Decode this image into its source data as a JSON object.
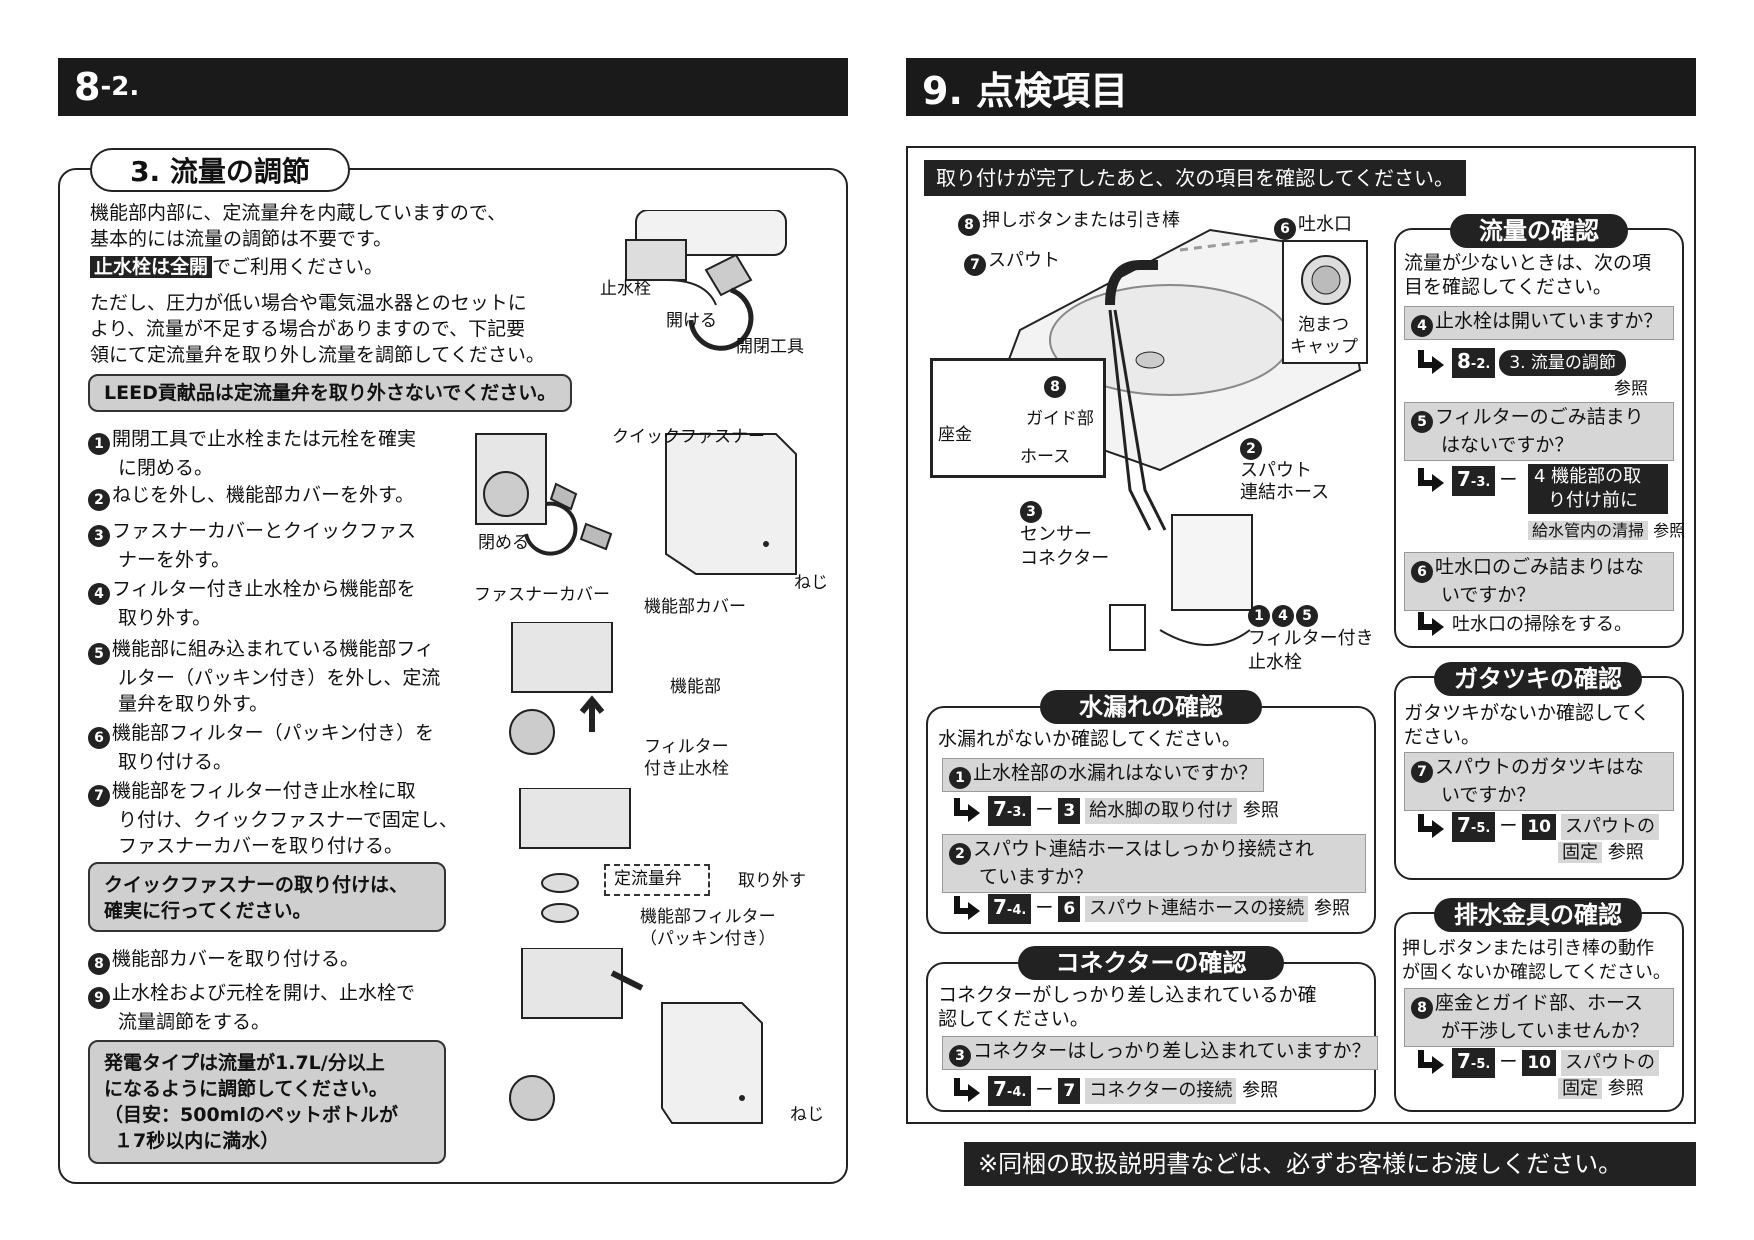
{
  "left": {
    "header_num": "8",
    "header_sub": "-2.",
    "panel_title": "3. 流量の調節",
    "intro": [
      "機能部内部に、定流量弁を内蔵していますので、",
      "基本的には流量の調節は不要です。"
    ],
    "intro_highlight": "止水栓は全開",
    "intro_rest": "でご利用ください。",
    "note": [
      "ただし、圧力が低い場合や電気温水器とのセットに",
      "より、流量が不足する場合がありますので、下記要",
      "領にて定流量弁を取り外し流量を調節してください。"
    ],
    "leed": "LEED貢献品は定流量弁を取り外さないでください。",
    "steps": [
      {
        "n": "1",
        "lines": [
          "開閉工具で止水栓または元栓を確実",
          "に閉める。"
        ]
      },
      {
        "n": "2",
        "lines": [
          "ねじを外し、機能部カバーを外す。"
        ]
      },
      {
        "n": "3",
        "lines": [
          "ファスナーカバーとクイックファス",
          "ナーを外す。"
        ]
      },
      {
        "n": "4",
        "lines": [
          "フィルター付き止水栓から機能部を",
          "取り外す。"
        ]
      },
      {
        "n": "5",
        "lines": [
          "機能部に組み込まれている機能部フィ",
          "ルター（パッキン付き）を外し、定流",
          "量弁を取り外す。"
        ]
      },
      {
        "n": "6",
        "lines": [
          "機能部フィルター（パッキン付き）を",
          "取り付ける。"
        ]
      },
      {
        "n": "7",
        "lines": [
          "機能部をフィルター付き止水栓に取",
          "り付け、クイックファスナーで固定し、",
          "ファスナーカバーを取り付ける。"
        ]
      }
    ],
    "warn1": [
      "クイックファスナーの取り付けは、",
      "確実に行ってください。"
    ],
    "steps2": [
      {
        "n": "8",
        "lines": [
          "機能部カバーを取り付ける。"
        ]
      },
      {
        "n": "9",
        "lines": [
          "止水栓および元栓を開け、止水栓で",
          "流量調節をする。"
        ]
      }
    ],
    "warn2": [
      "発電タイプは流量が1.7L/分以上",
      "になるように調節してください。",
      "（目安：500mlのペットボトルが",
      "１7秒以内に満水）"
    ],
    "labels": {
      "stopcock": "止水栓",
      "open": "開ける",
      "tool": "開閉工具",
      "quick": "クイックファスナー",
      "close": "閉める",
      "screw1": "ねじ",
      "fcover": "ファスナーカバー",
      "unitcover": "機能部カバー",
      "unit": "機能部",
      "filterstop": [
        "フィルター",
        "付き止水栓"
      ],
      "cvalve": "定流量弁",
      "remove": "取り外す",
      "ufilter": [
        "機能部フィルター",
        "（パッキン付き）"
      ],
      "screw2": "ねじ"
    }
  },
  "right": {
    "header": "9. 点検項目",
    "confirm_bar": "取り付けが完了したあと、次の項目を確認してください。",
    "diagram": {
      "push": "押しボタンまたは引き棒",
      "spout": "スパウト",
      "outlet": "吐水口",
      "foam": [
        "泡まつ",
        "キャップ"
      ],
      "washer": "座金",
      "guide": "ガイド部",
      "hose": "ホース",
      "hose2": [
        "スパウト",
        "連結ホース"
      ],
      "sensor": [
        "センサー",
        "コネクター"
      ],
      "filter_stop": [
        "フィルター付き",
        "止水栓"
      ]
    },
    "flow": {
      "title": "流量の確認",
      "desc": [
        "流量が少ないときは、次の項",
        "目を確認してください。"
      ],
      "q4": "止水栓は開いていますか？",
      "r4_chip": "8",
      "r4_sub": "-2.",
      "r4_pill": "3. 流量の調節",
      "r4_ref": "参照",
      "q5": [
        "フィルターのごみ詰まり",
        "はないですか？"
      ],
      "r5_chip": "7",
      "r5_sub": "-3.",
      "r5_text": [
        "4 機能部の取",
        "り付け前に"
      ],
      "r5_label": "給水管内の清掃",
      "r5_ref": "参照",
      "q6": [
        "吐水口のごみ詰まりはな",
        "いですか？"
      ],
      "r6_text": "吐水口の掃除をする。"
    },
    "gatatsuki": {
      "title": "ガタツキの確認",
      "desc": [
        "ガタツキがないか確認してく",
        "ださい。"
      ],
      "q7": [
        "スパウトのガタツキはな",
        "いですか？"
      ],
      "r_chip": "7",
      "r_sub": "-5.",
      "r_sq": "10",
      "r_text": "スパウトの",
      "r_text2": "固定",
      "r_ref": "参照"
    },
    "drain": {
      "title": "排水金具の確認",
      "desc": [
        "押しボタンまたは引き棒の動作",
        "が固くないか確認してください。"
      ],
      "q8": [
        "座金とガイド部、ホース",
        "が干渉していませんか？"
      ],
      "r_chip": "7",
      "r_sub": "-5.",
      "r_sq": "10",
      "r_text": "スパウトの",
      "r_text2": "固定",
      "r_ref": "参照"
    },
    "leak": {
      "title": "水漏れの確認",
      "desc": "水漏れがないか確認してください。",
      "q1": "止水栓部の水漏れはないですか？",
      "r1_chip": "7",
      "r1_sub": "-3.",
      "r1_sq": "3",
      "r1_text": "給水脚の取り付け",
      "r1_ref": "参照",
      "q2": [
        "スパウト連結ホースはしっかり接続され",
        "ていますか？"
      ],
      "r2_chip": "7",
      "r2_sub": "-4.",
      "r2_sq": "6",
      "r2_text": "スパウト連結ホースの接続",
      "r2_ref": "参照"
    },
    "connector": {
      "title": "コネクターの確認",
      "desc": [
        "コネクターがしっかり差し込まれているか確",
        "認してください。"
      ],
      "q3": "コネクターはしっかり差し込まれていますか？",
      "r3_chip": "7",
      "r3_sub": "-4.",
      "r3_sq": "7",
      "r3_text": "コネクターの接続",
      "r3_ref": "参照"
    },
    "footer": "※同梱の取扱説明書などは、必ずお客様にお渡しください。"
  }
}
